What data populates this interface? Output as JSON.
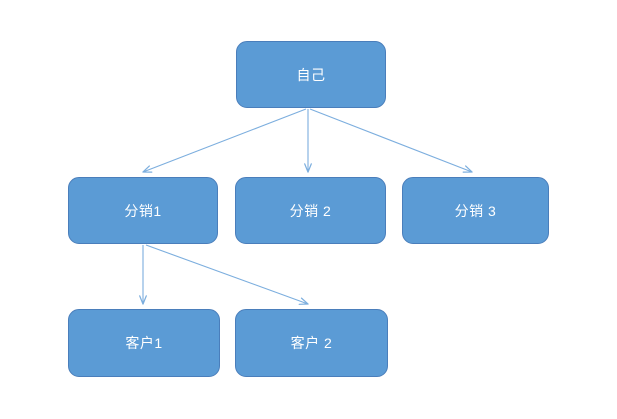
{
  "diagram": {
    "type": "org-chart",
    "background_color": "#ffffff",
    "node_fill_color": "#5b9bd5",
    "node_border_color": "#4a7ebb",
    "node_text_color": "#ffffff",
    "edge_color": "#7caede",
    "nodes": [
      {
        "id": "self",
        "label": "自己",
        "level": 0
      },
      {
        "id": "dist1",
        "label": "分销1",
        "level": 1
      },
      {
        "id": "dist2",
        "label": "分销 2",
        "level": 1
      },
      {
        "id": "dist3",
        "label": "分销 3",
        "level": 1
      },
      {
        "id": "cust1",
        "label": "客户1",
        "level": 2
      },
      {
        "id": "cust2",
        "label": "客户 2",
        "level": 2
      }
    ],
    "edges": [
      {
        "from": "self",
        "to": "dist1"
      },
      {
        "from": "self",
        "to": "dist2"
      },
      {
        "from": "self",
        "to": "dist3"
      },
      {
        "from": "dist1",
        "to": "cust1"
      },
      {
        "from": "dist1",
        "to": "cust2"
      }
    ]
  }
}
